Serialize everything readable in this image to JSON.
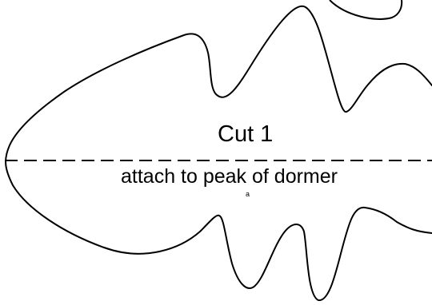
{
  "pattern": {
    "cut_text": "Cut 1",
    "instruction_text": "attach to peak of dormer",
    "small_mark": "a"
  },
  "colors": {
    "outline": "#000000",
    "background": "#ffffff"
  }
}
